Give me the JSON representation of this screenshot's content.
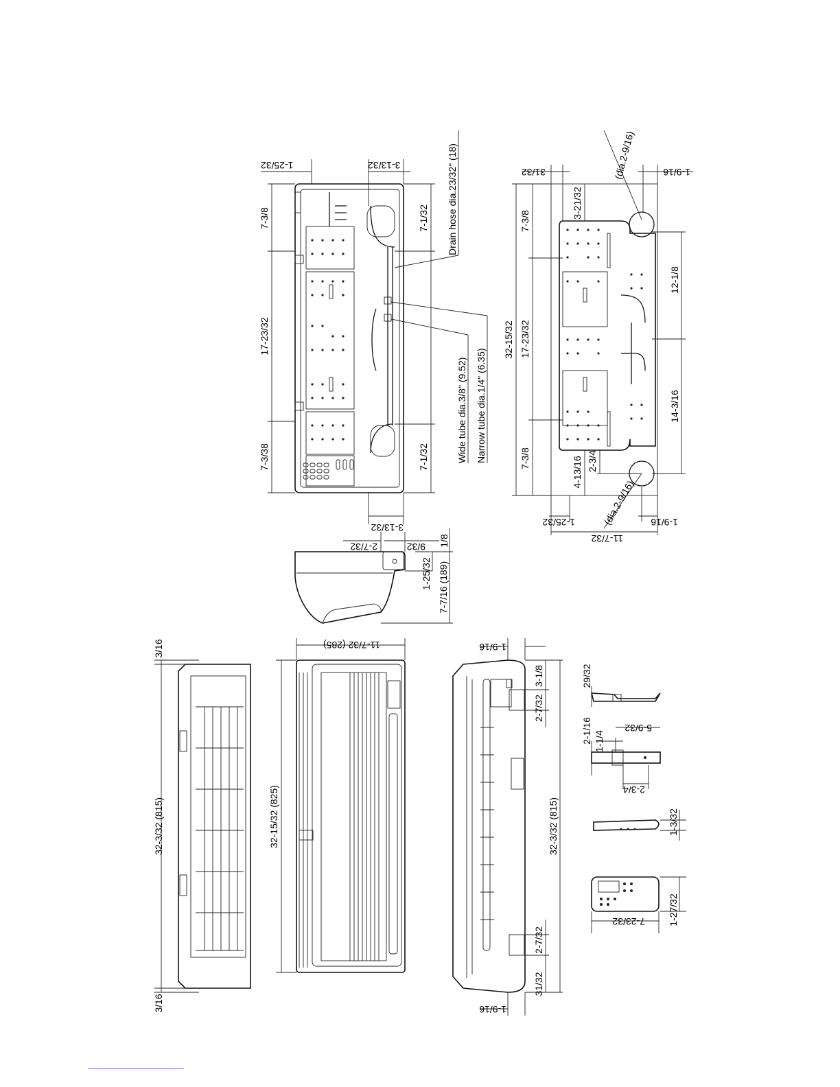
{
  "top_view": {
    "dims": {
      "top_left_a": "1-25/32",
      "top_left_b": "3-13/32",
      "left_1": "7-3/8",
      "left_2": "17-23/32",
      "left_3": "7-3/38",
      "right_top": "7-1/32",
      "right_bottom": "7-1/32",
      "bottom_b": "3-13/32"
    },
    "callouts": {
      "drain_hose": "Drain hose dia.23/32\" (18)",
      "wide_tube": "Wide tube dia.3/8\" (9.52)",
      "narrow_tube": "Narrow tube dia.1/4\" (6.35)"
    }
  },
  "mounting_plate": {
    "dims": {
      "top_31_32": "31/32",
      "top_1_9_16": "1-9/16",
      "dia_top": "(dia.2-9/16)",
      "d3_21_32": "3-21/32",
      "left_7_3_8_a": "7-3/8",
      "overall_32_15_32": "32-15/32",
      "mid_17_23_32": "17-23/32",
      "left_7_3_8_b": "7-3/8",
      "right_12_1_8": "12-1/8",
      "right_14_3_16": "14-3/16",
      "d4_13_16": "4-13/16",
      "d2_3_4": "2-3/4",
      "dia_bottom": "(dia.2-9/16)",
      "bottom_1_25_32": "1-25/32",
      "bottom_1_9_16": "1-9/16",
      "bottom_11_7_32": "11-7/32"
    }
  },
  "side_view": {
    "dims": {
      "d2_7_32": "2-7/32",
      "d9_32": "9/32",
      "d1_8": "1/8",
      "d1_25_32": "1-25/32",
      "d7_7_16": "7-7/16 (189)"
    }
  },
  "rear_view": {
    "dims": {
      "top": "3/16",
      "length": "32-3/32 (815)",
      "bottom": "3/16"
    }
  },
  "front_view": {
    "dims": {
      "depth": "11-7/32 (285)",
      "length": "32-15/32 (825)"
    }
  },
  "bottom_view": {
    "dims": {
      "top_1_9_16": "1-9/16",
      "d3_1_8": "3-1/8",
      "d2_7_32_top": "2-7/32",
      "length": "32-3/32 (815)",
      "d2_7_32_bottom": "2-7/32",
      "d31_32": "31/32",
      "bottom_1_9_16": "1-9/16"
    }
  },
  "holder": {
    "dims": {
      "d29_32": "29/32",
      "d2_1_16": "2-1/16",
      "d1_1_4": "1-1/4",
      "d5_9_32": "5-9/32",
      "d2_3_4": "2-3/4"
    }
  },
  "remote": {
    "dims": {
      "d1_3_32": "1-3/32",
      "d1_27_32": "1-27/32",
      "d7_23_32": "7-23/32"
    }
  }
}
